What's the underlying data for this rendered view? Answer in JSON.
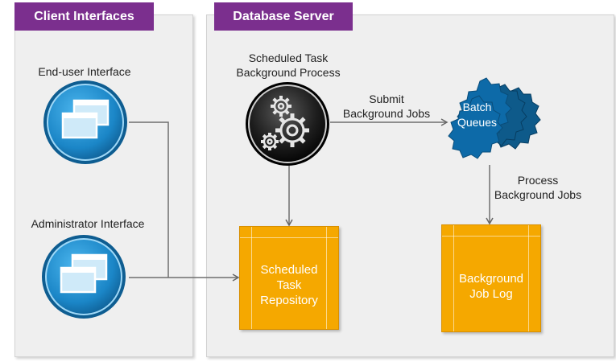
{
  "panels": {
    "client": {
      "title": "Client Interfaces"
    },
    "server": {
      "title": "Database Server"
    }
  },
  "nodes": {
    "end_user": {
      "label": "End-user Interface",
      "icon": "window-stack-icon"
    },
    "admin": {
      "label": "Administrator Interface",
      "icon": "window-stack-icon"
    },
    "scheduler": {
      "label_line1": "Scheduled Task",
      "label_line2": "Background Process",
      "icon": "gears-icon"
    },
    "batch_queues": {
      "line1": "Batch",
      "line2": "Queues",
      "icon": "gear-shape-icon"
    },
    "repository": {
      "line1": "Scheduled",
      "line2": "Task",
      "line3": "Repository"
    },
    "job_log": {
      "line1": "Background",
      "line2": "Job Log"
    }
  },
  "edges": {
    "submit": {
      "line1": "Submit",
      "line2": "Background Jobs"
    },
    "process": {
      "line1": "Process",
      "line2": "Background Jobs"
    }
  },
  "colors": {
    "accent_purple": "#7b2f8e",
    "box_orange": "#f5a800",
    "circle_blue": "#1e8fcf",
    "queue_blue": "#0e5a8a"
  }
}
